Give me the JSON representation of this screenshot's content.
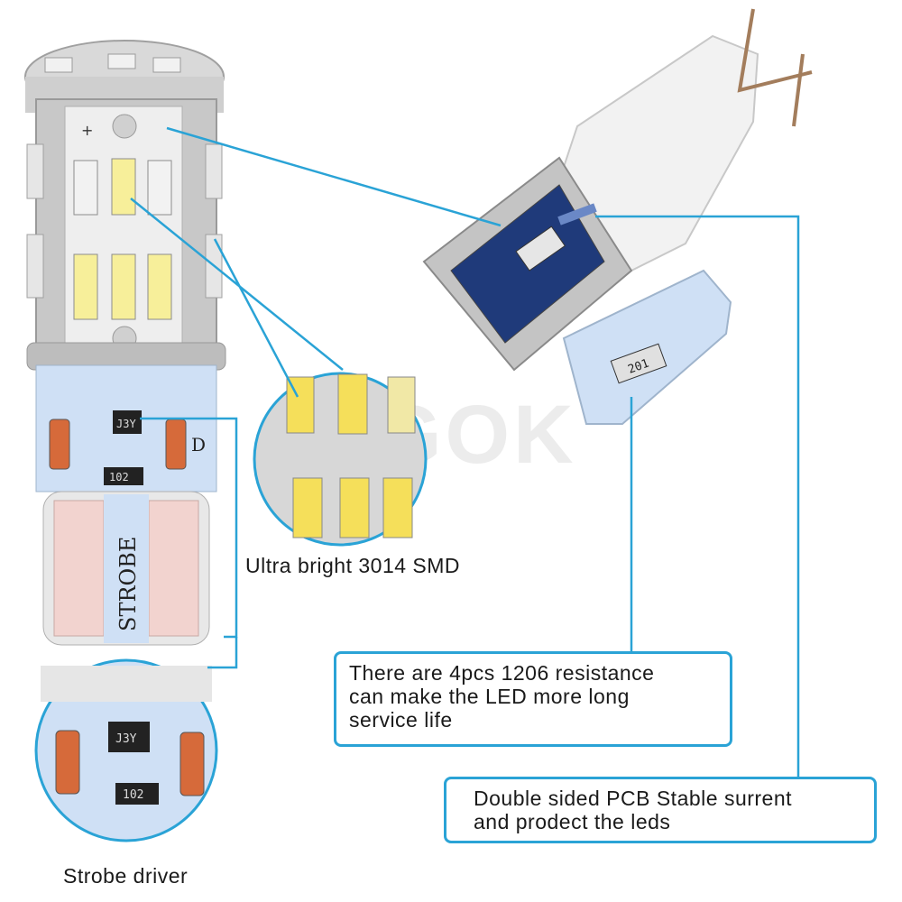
{
  "colors": {
    "callout_line": "#2aa3d6",
    "pcb_board": "#cfe0f5",
    "led_yellow": "#f5df5a",
    "background": "#ffffff"
  },
  "labels": {
    "smd": "Ultra bright 3014 SMD",
    "driver": "Strobe driver"
  },
  "boxes": {
    "resistance": [
      "There are 4pcs 1206 resistance",
      "can make the LED more long",
      "service life"
    ],
    "pcb": [
      "Double sided PCB Stable surrent",
      "and prodect the leds"
    ]
  },
  "board_markings": {
    "strobe": "STROBE",
    "ic": "J3Y",
    "resistor_small": "102",
    "resistor_module": "201",
    "diode_side": "D"
  },
  "watermark": "GOK"
}
